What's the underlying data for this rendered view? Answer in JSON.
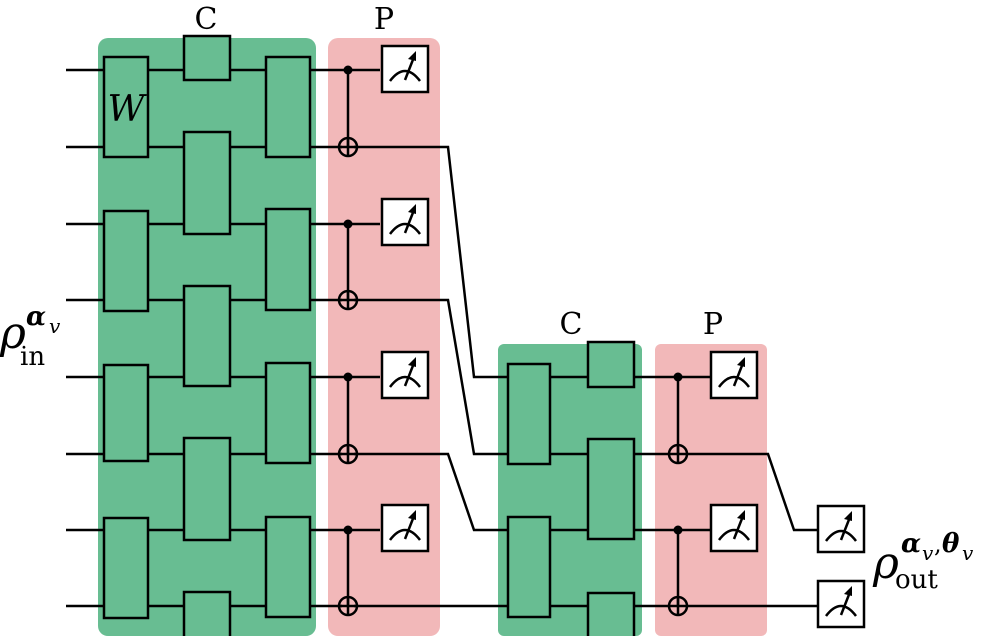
{
  "labels": {
    "conv_1": "C",
    "pool_1": "P",
    "conv_2": "C",
    "pool_2": "P",
    "gate_w": "W",
    "rho": "ρ",
    "in_sub": "in",
    "in_sup_alpha": "α",
    "in_sup_v": "v",
    "out_sub": "out",
    "out_sup_alpha": "α",
    "out_sup_v1": "v",
    "out_sup_comma": ",",
    "out_sup_theta": "θ",
    "out_sup_v2": "v"
  },
  "colors": {
    "conv_block": "#68bd92",
    "pool_block": "#f2b8b9",
    "line": "#000000",
    "gate_fill": "#68bd92",
    "meter_fill": "#ffffff"
  },
  "structure": {
    "input_qubits": 8,
    "layer_1_measurements": 4,
    "layer_2_measurements": 2,
    "output_measurements": 2
  }
}
